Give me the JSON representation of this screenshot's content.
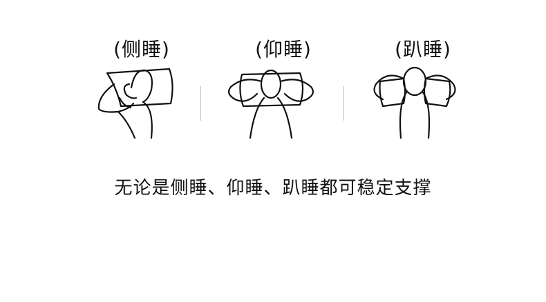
{
  "positions": [
    {
      "label": "(侧睡)",
      "icon": "side-sleep-figure-icon"
    },
    {
      "label": "(仰睡)",
      "icon": "back-sleep-figure-icon"
    },
    {
      "label": "(趴睡)",
      "icon": "stomach-sleep-figure-icon"
    }
  ],
  "caption": "无论是侧睡、仰睡、趴睡都可稳定支撑"
}
